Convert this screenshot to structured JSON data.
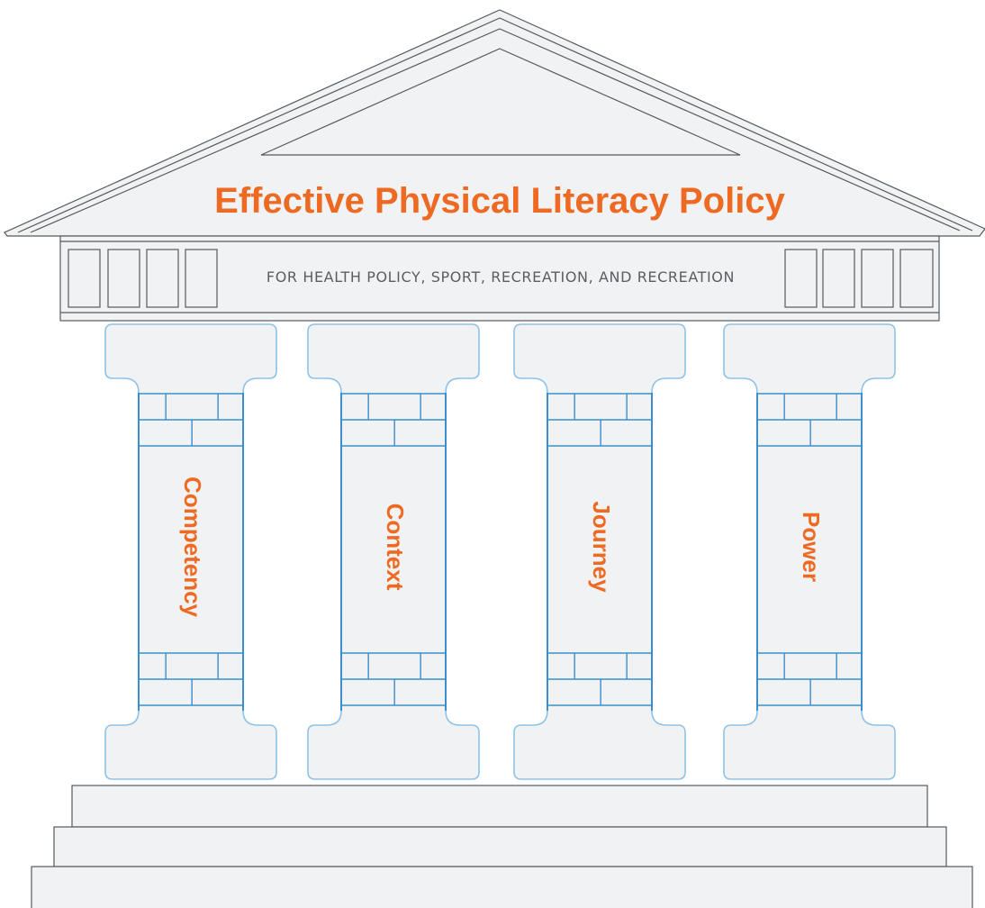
{
  "title": "Effective Physical Literacy Policy",
  "subtitle": "FOR HEALTH POLICY, SPORT, RECREATION, AND RECREATION",
  "pillars": [
    {
      "label": "Competency"
    },
    {
      "label": "Context"
    },
    {
      "label": "Journey"
    },
    {
      "label": "Power"
    }
  ],
  "colors": {
    "accent": "#ee6a22",
    "pillar_stroke": "#3a8fce",
    "pillar_stroke_light": "#8ec3e8",
    "fill": "#f1f2f3",
    "outline": "#555a60",
    "text_gray": "#5a5e63"
  }
}
